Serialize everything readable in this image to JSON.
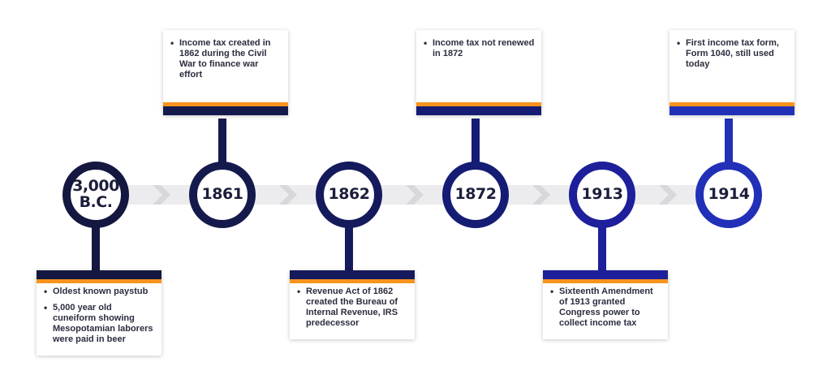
{
  "colors": {
    "orange": "#f7941d",
    "track": "#ececef",
    "chevron": "#d8d8dc",
    "text": "#1c1f3b"
  },
  "events": [
    {
      "label_lines": [
        "3,000",
        "B.C."
      ],
      "color": "#14173f",
      "card_position": "bottom",
      "bullets": [
        "Oldest known paystub",
        "5,000 year old cuneiform showing Mesopotamian laborers were paid in beer"
      ]
    },
    {
      "label_lines": [
        "1861"
      ],
      "color": "#151a4d",
      "card_position": "top",
      "bullets": [
        "Income tax created in 1862 during the Civil War to finance war effort"
      ]
    },
    {
      "label_lines": [
        "1862"
      ],
      "color": "#151a5c",
      "card_position": "bottom",
      "bullets": [
        "Revenue Act of 1862 created the Bureau of Internal Revenue, IRS predecessor"
      ]
    },
    {
      "label_lines": [
        "1872"
      ],
      "color": "#151c73",
      "card_position": "top",
      "bullets": [
        "Income tax not renewed in 1872"
      ]
    },
    {
      "label_lines": [
        "1913"
      ],
      "color": "#1e1f9a",
      "card_position": "bottom",
      "bullets": [
        "Sixteenth Amendment of 1913 granted Congress power to collect income tax"
      ]
    },
    {
      "label_lines": [
        "1914"
      ],
      "color": "#2230b8",
      "card_position": "top",
      "bullets": [
        "First income tax form, Form 1040, still used today"
      ]
    }
  ]
}
